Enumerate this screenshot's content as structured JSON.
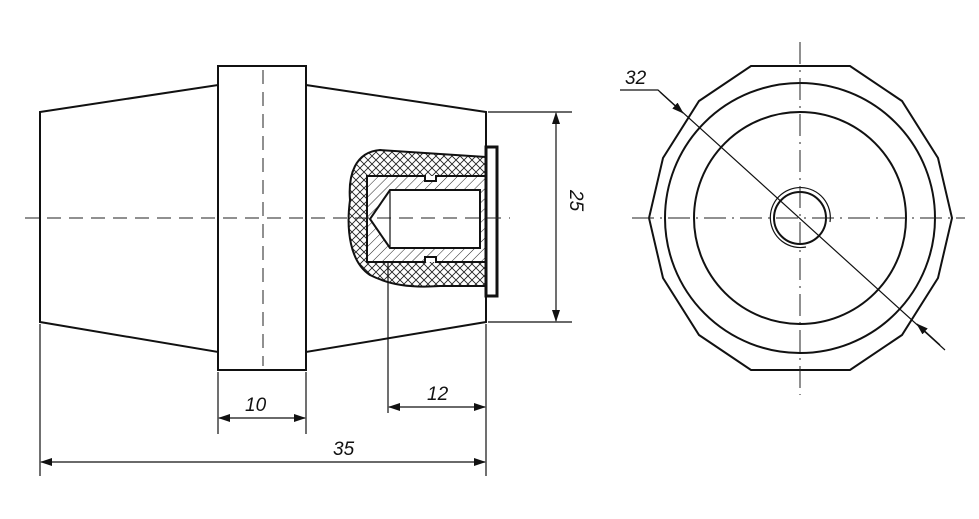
{
  "drawing": {
    "dimensions": {
      "overall_length": "35",
      "flange_width": "10",
      "insert_depth": "12",
      "end_diameter": "25",
      "outer_diameter": "32"
    }
  }
}
